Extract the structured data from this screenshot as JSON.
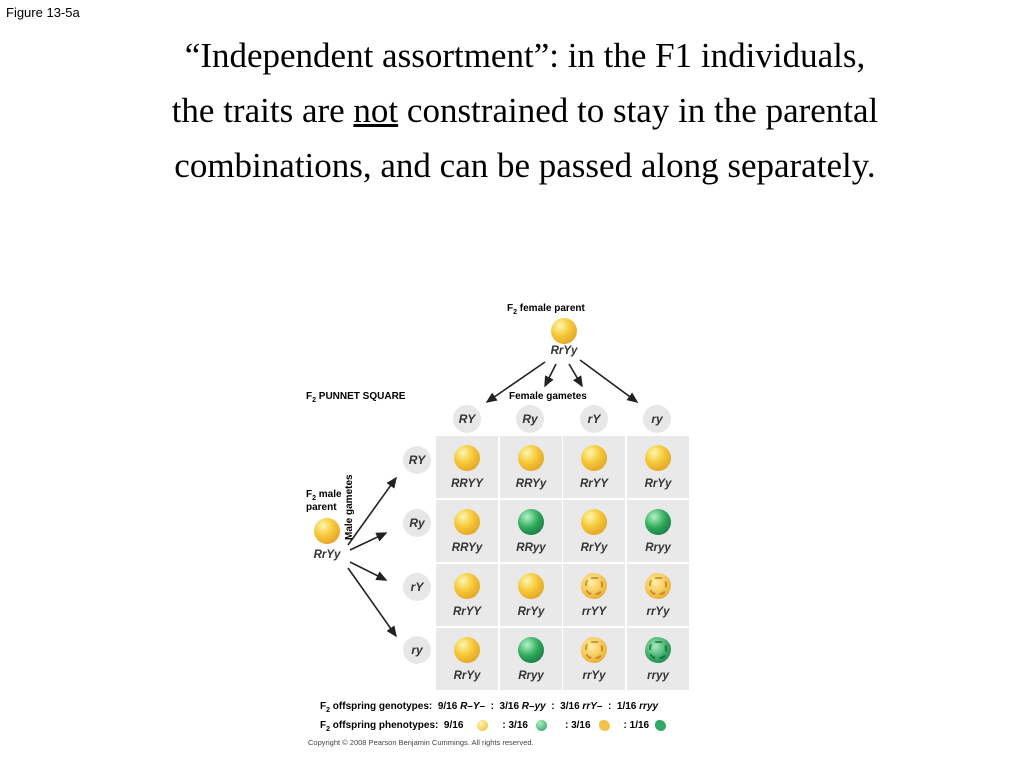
{
  "figure_label": "Figure 13-5a",
  "title": {
    "part1": "“Independent assortment”: in the F1 individuals, the traits are ",
    "underlined": "not",
    "part2": " constrained to stay in the parental combinations, and can be passed along separately."
  },
  "female_parent": {
    "label_f": "F",
    "label_sub": "2",
    "label_rest": " female parent",
    "genotype": "RrYy"
  },
  "male_parent": {
    "label_f": "F",
    "label_sub": "2",
    "label_rest": " male",
    "label_line2": "parent",
    "genotype": "RrYy"
  },
  "punnet_label": {
    "f": "F",
    "sub": "2",
    "rest": " PUNNET SQUARE"
  },
  "female_gametes_label": "Female gametes",
  "male_gametes_label": "Male gametes",
  "female_gametes": [
    "RY",
    "Ry",
    "rY",
    "ry"
  ],
  "male_gametes": [
    "RY",
    "Ry",
    "rY",
    "ry"
  ],
  "grid": [
    [
      {
        "g": "RRYY",
        "pea": "yellow"
      },
      {
        "g": "RRYy",
        "pea": "yellow"
      },
      {
        "g": "RrYY",
        "pea": "yellow"
      },
      {
        "g": "RrYy",
        "pea": "yellow"
      }
    ],
    [
      {
        "g": "RRYy",
        "pea": "yellow"
      },
      {
        "g": "RRyy",
        "pea": "green"
      },
      {
        "g": "RrYy",
        "pea": "yellow"
      },
      {
        "g": "Rryy",
        "pea": "green"
      }
    ],
    [
      {
        "g": "RrYY",
        "pea": "yellow"
      },
      {
        "g": "RrYy",
        "pea": "yellow"
      },
      {
        "g": "rrYY",
        "pea": "wrinkled-yellow"
      },
      {
        "g": "rrYy",
        "pea": "wrinkled-yellow"
      }
    ],
    [
      {
        "g": "RrYy",
        "pea": "yellow"
      },
      {
        "g": "Rryy",
        "pea": "green"
      },
      {
        "g": "rrYy",
        "pea": "wrinkled-yellow"
      },
      {
        "g": "rryy",
        "pea": "wrinkled-green"
      }
    ]
  ],
  "genotypes_summary": {
    "prefix_f": "F",
    "prefix_sub": "2",
    "prefix_rest": " offspring genotypes:",
    "parts": [
      "9/16",
      "R–Y–",
      ":",
      "3/16",
      "R–yy",
      ":",
      "3/16",
      "rrY–",
      ":",
      "1/16",
      "rryy"
    ]
  },
  "phenotypes_summary": {
    "prefix_f": "F",
    "prefix_sub": "2",
    "prefix_rest": " offspring phenotypes:",
    "ratios": [
      "9/16",
      ": 3/16",
      ": 3/16",
      ": 1/16"
    ],
    "icons": [
      "yellow",
      "green",
      "wrinkled-yellow",
      "wrinkled-green"
    ]
  },
  "copyright": "Copyright © 2008 Pearson Benjamin Cummings. All rights reserved.",
  "colors": {
    "cell_bg": "#e9e9e9",
    "yellow_pea": "#f6c93a",
    "green_pea": "#2faa5a"
  }
}
